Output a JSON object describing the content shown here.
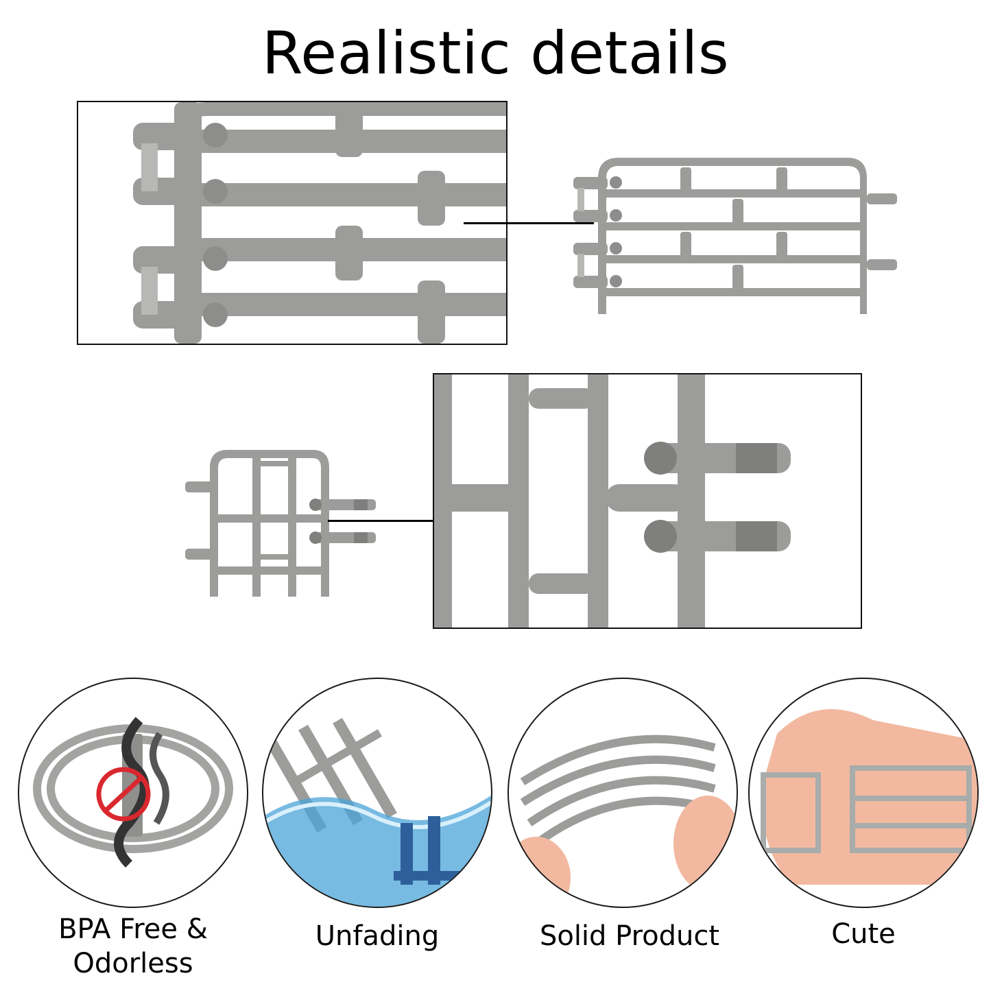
{
  "title": "Realistic details",
  "features": [
    {
      "label": "BPA Free &\nOdorless",
      "icon": "no-odor-icon"
    },
    {
      "label": "Unfading",
      "icon": "water-icon"
    },
    {
      "label": "Solid Product",
      "icon": "bend-icon"
    },
    {
      "label": "Cute",
      "icon": "hand-icon"
    }
  ],
  "colors": {
    "fence": "#9c9c9a",
    "fence_dark": "#7f7f7d",
    "water": "#4aa3d8",
    "prohibit": "#d9282f",
    "skin": "#f2b9a0"
  }
}
